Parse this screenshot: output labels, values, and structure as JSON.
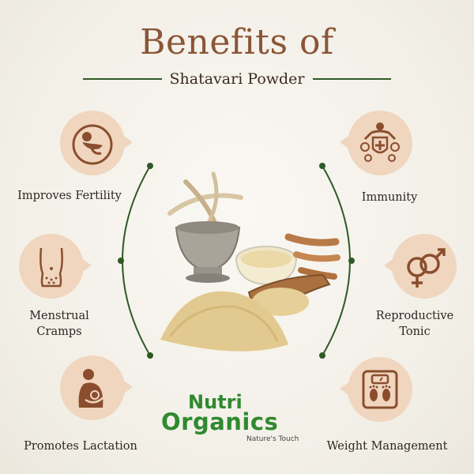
{
  "header": {
    "title": "Benefits of",
    "subtitle": "Shatavari Powder"
  },
  "benefits": {
    "left": [
      {
        "label": "Improves Fertility",
        "icon": "fertility-icon"
      },
      {
        "label": "Menstrual Cramps",
        "icon": "abdomen-icon"
      },
      {
        "label": "Promotes Lactation",
        "icon": "breastfeeding-icon"
      }
    ],
    "right": [
      {
        "label": "Immunity",
        "icon": "immunity-shield-icon"
      },
      {
        "label": "Reproductive Tonic",
        "icon": "gender-symbols-icon"
      },
      {
        "label": "Weight Management",
        "icon": "weighing-scale-icon"
      }
    ]
  },
  "brand": {
    "name_top": "Nutri",
    "name_main": "Organics",
    "tagline": "Nature's Touch",
    "color": "#2f8a2f"
  },
  "colors": {
    "title": "#8a5637",
    "accent_line": "#2f5a26",
    "bubble": "#f0d6bf",
    "icon": "#8a4e2e"
  }
}
